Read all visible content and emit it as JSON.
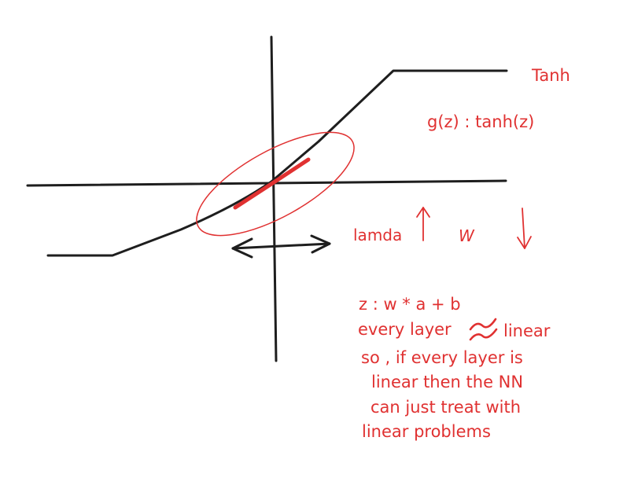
{
  "labels": {
    "function_name": "Tanh",
    "formula": "g(z) : tanh(z)",
    "lamda": "lamda",
    "w": "W"
  },
  "notes": {
    "line1": "z : w * a + b",
    "line2_before": "every layer",
    "line2_after": "linear",
    "line3": "so , if every layer is",
    "line4": "linear then the NN",
    "line5": "can just treat with",
    "line6": "linear problems"
  },
  "colors": {
    "ink": "#1e1e1e",
    "accent": "#e03131"
  },
  "icons": {
    "approx": "approximately-equal-icon",
    "up_arrow": "up-arrow-icon",
    "down_arrow": "down-arrow-icon",
    "double_arrow": "double-headed-arrow-icon"
  }
}
